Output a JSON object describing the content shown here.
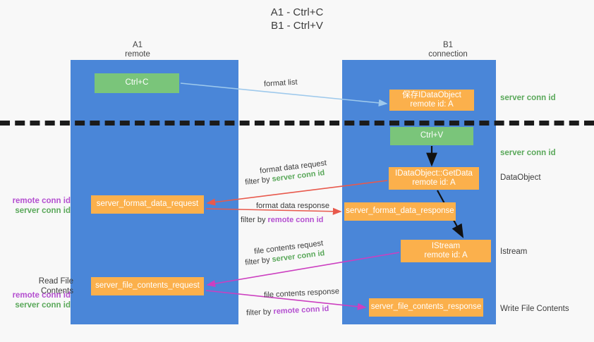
{
  "title": {
    "line1": "A1 - Ctrl+C",
    "line2": "B1 - Ctrl+V"
  },
  "lanes": [
    {
      "id": "a1",
      "name": "A1",
      "role": "remote"
    },
    {
      "id": "b1",
      "name": "B1",
      "role": "connection"
    }
  ],
  "nodes": {
    "ctrl_c": {
      "label": "Ctrl+C",
      "sub": "",
      "color": "#7ac57a"
    },
    "save_idataobject": {
      "label": "保存IDataObject",
      "sub": "remote id: A",
      "color": "#fbb04c"
    },
    "ctrl_v": {
      "label": "Ctrl+V",
      "sub": "",
      "color": "#7ac57a"
    },
    "getdata": {
      "label": "IDataObject::GetData",
      "sub": "remote id: A",
      "color": "#fbb04c"
    },
    "istream": {
      "label": "IStream",
      "sub": "remote id: A",
      "color": "#fbb04c"
    },
    "format_data_request": {
      "label": "server_format_data_request",
      "sub": "",
      "color": "#fbb04c"
    },
    "format_data_response": {
      "label": "server_format_data_response",
      "sub": "",
      "color": "#fbb04c"
    },
    "file_contents_request": {
      "label": "server_file_contents_request",
      "sub": "",
      "color": "#fbb04c"
    },
    "file_contents_response": {
      "label": "server_file_contents_response",
      "sub": "",
      "color": "#fbb04c"
    }
  },
  "edge_captions": {
    "format_list": "format list",
    "format_data_request": "format data request",
    "format_data_request_filter_prefix": "filter by ",
    "format_data_request_filter_value": "server conn id",
    "format_data_response": "format data response",
    "format_data_response_filter_prefix": "filter by ",
    "format_data_response_filter_value": "remote conn id",
    "file_contents_request": "file contents request",
    "file_contents_request_filter_prefix": "filter by ",
    "file_contents_request_filter_value": "server conn id",
    "file_contents_response": "file contents response",
    "file_contents_response_filter_prefix": "filter by ",
    "file_contents_response_filter_value": "remote conn id"
  },
  "annotations": {
    "server_conn_id_top": "server conn id",
    "server_conn_id_mid": "server conn id",
    "dataobject": "DataObject",
    "istream": "Istream",
    "write_file_contents": "Write File Contents",
    "read_file_contents": "Read File Contents",
    "remote_conn_id_1": "remote conn id",
    "server_conn_id_1": "server conn id",
    "remote_conn_id_2": "remote conn id",
    "server_conn_id_2": "server conn id"
  },
  "colors": {
    "lane": "#4a86d8",
    "green_node": "#7ac57a",
    "orange_node": "#fbb04c",
    "green_text": "#5aa85a",
    "purple_text": "#b44fd0",
    "red_arrow": "#e8594c",
    "magenta_arrow": "#cc3fc0",
    "blue_arrow": "#9ec9ec",
    "black_arrow": "#111111",
    "background": "#f8f8f8"
  }
}
